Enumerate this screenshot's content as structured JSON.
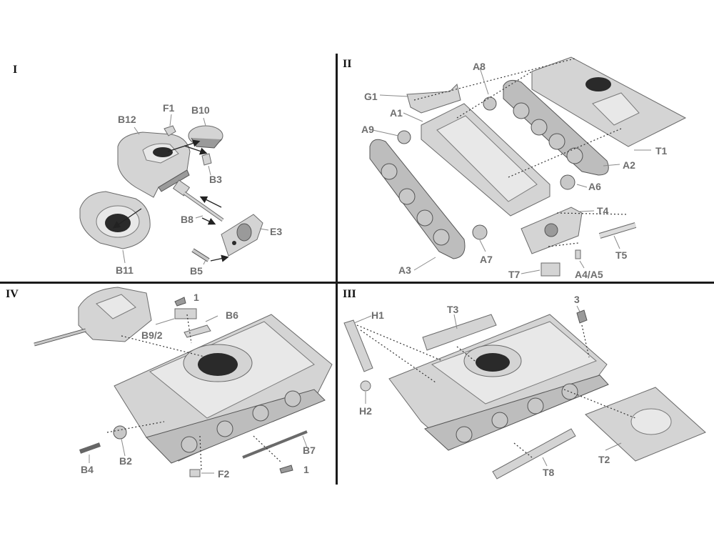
{
  "colors": {
    "background": "#ffffff",
    "divider": "#1a1a1a",
    "label": "#6e6e6e",
    "part": "#d4d4d4"
  },
  "panels": [
    {
      "id": "I",
      "numeral": "I",
      "labels": [
        "F1",
        "B10",
        "B12",
        "B3",
        "B8",
        "E3",
        "B11",
        "B5"
      ]
    },
    {
      "id": "II",
      "numeral": "II",
      "labels": [
        "A8",
        "G1",
        "A1",
        "A9",
        "T1",
        "A2",
        "A6",
        "T4",
        "T5",
        "A7",
        "A3",
        "T7",
        "A4/A5"
      ]
    },
    {
      "id": "IV",
      "numeral": "IV",
      "labels": [
        "1",
        "B6",
        "B9/2",
        "B7",
        "B4",
        "B2",
        "F2",
        "1"
      ]
    },
    {
      "id": "III",
      "numeral": "III",
      "labels": [
        "3",
        "H1",
        "T3",
        "H2",
        "T2",
        "T8"
      ]
    }
  ]
}
